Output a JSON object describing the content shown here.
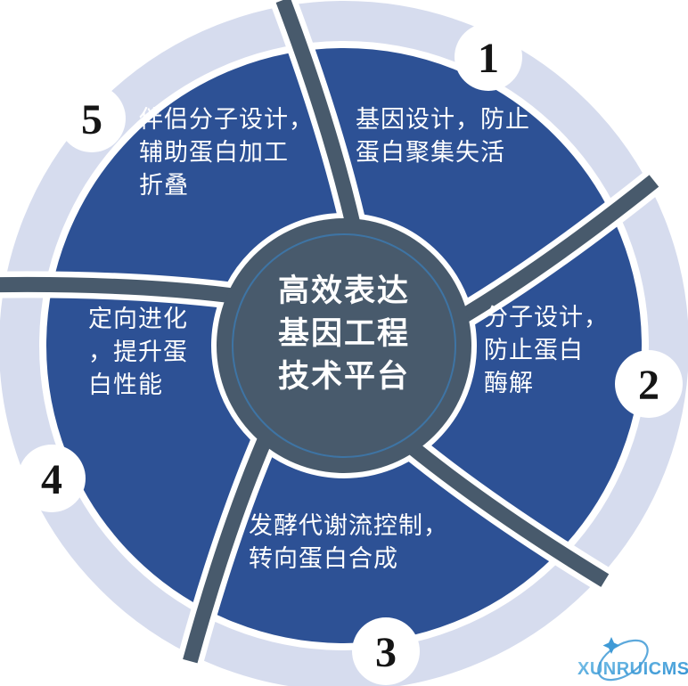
{
  "diagram": {
    "title_center": {
      "lines": [
        "高效表达",
        "基因工程",
        "技术平台"
      ]
    },
    "segments": [
      {
        "number": "1",
        "lines": [
          "基因设计，防止",
          "蛋白聚集失活",
          ""
        ]
      },
      {
        "number": "2",
        "lines": [
          "分子设计，",
          "防止蛋白",
          "酶解"
        ]
      },
      {
        "number": "3",
        "lines": [
          "发酵代谢流控制，",
          "转向蛋白合成",
          ""
        ]
      },
      {
        "number": "4",
        "lines": [
          "定向进化",
          "，提升蛋",
          "白性能"
        ]
      },
      {
        "number": "5",
        "lines": [
          "伴侣分子设计，",
          "辅助蛋白加工",
          "折叠"
        ]
      }
    ],
    "watermark": "XUNRUICMS",
    "colors": {
      "segment-blue": "#2d5195",
      "ring-lavender": "#d6dcee",
      "slate": "#485a6c",
      "inner-arc-blue": "#3e74a4",
      "badge-number": "#151515",
      "text-white": "#ffffff",
      "logo-blue": "#3f9ad6"
    }
  }
}
